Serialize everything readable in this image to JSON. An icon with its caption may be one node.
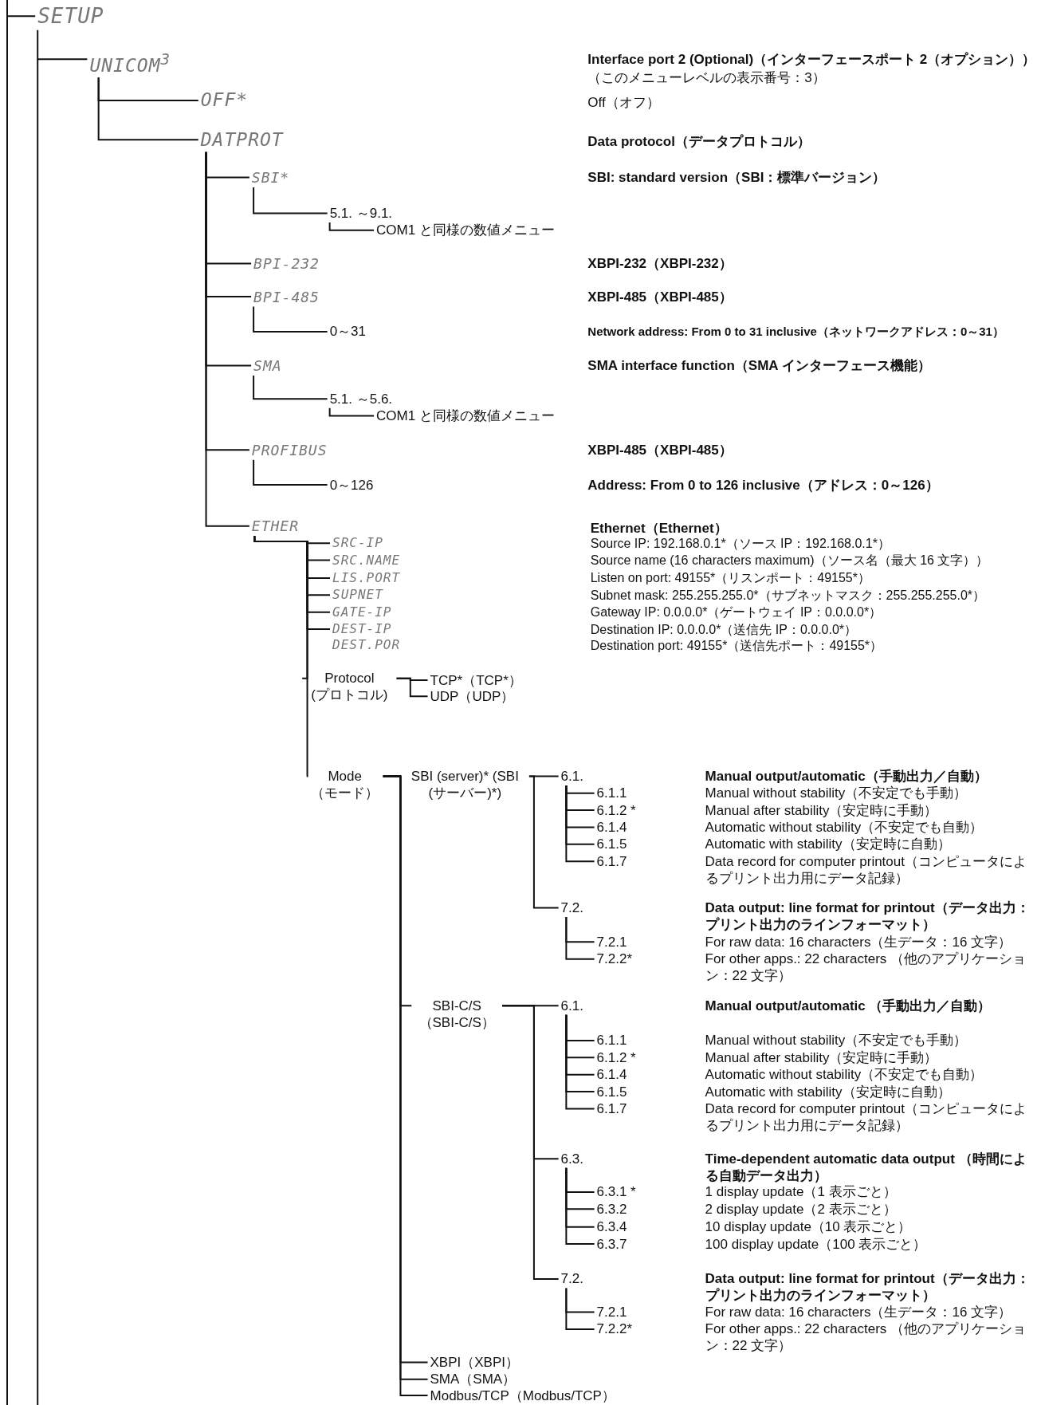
{
  "diagram": {
    "nodes": [
      {
        "text": [
          "SETUP"
        ]
      },
      {
        "text": [
          "UNICOM$^{3}$"
        ]
      },
      {
        "text": [
          "OFF*"
        ]
      },
      {
        "text": [
          "DATPROT"
        ]
      },
      {
        "text": [
          "SBI*"
        ]
      },
      {
        "text": [
          "5.1. ～9.1."
        ]
      },
      {
        "text": [
          "COM1 と同様の数値メニュー"
        ]
      },
      {
        "text": [
          "BPI-232"
        ]
      },
      {
        "text": [
          "BPI-485"
        ]
      },
      {
        "text": [
          "0～31"
        ]
      },
      {
        "text": [
          "SMA"
        ]
      },
      {
        "text": [
          "5.1. ～5.6."
        ]
      },
      {
        "text": [
          "COM1 と同様の数値メニュー"
        ]
      },
      {
        "text": [
          "PROFIBUS"
        ]
      },
      {
        "text": [
          "0～126"
        ]
      },
      {
        "text": [
          "ETHER"
        ]
      },
      {
        "text": [
          "SRC-IP"
        ]
      },
      {
        "text": [
          "SRC.NAME"
        ]
      },
      {
        "text": [
          "LIS.PORT"
        ]
      },
      {
        "text": [
          "SUPNET"
        ]
      },
      {
        "text": [
          "GATE-IP"
        ]
      },
      {
        "text": [
          "DEST-IP"
        ]
      },
      {
        "text": [
          "DEST.POR"
        ]
      },
      {
        "text": [
          "Protocol (プロトコル)"
        ]
      },
      {
        "text": [
          "TCP*（TCP*）"
        ]
      },
      {
        "text": [
          "UDP（UDP）"
        ]
      },
      {
        "text": [
          "Mode （モード）"
        ]
      },
      {
        "text": [
          "SBI (server)* (SBI (サーバー)*)"
        ]
      },
      {
        "text": [
          "6.1."
        ]
      },
      {
        "text": [
          "6.1.1"
        ]
      },
      {
        "text": [
          "6.1.2 *"
        ]
      },
      {
        "text": [
          "6.1.4"
        ]
      },
      {
        "text": [
          "6.1.5"
        ]
      },
      {
        "text": [
          "6.1.7"
        ]
      },
      {
        "text": [
          "7.2."
        ]
      },
      {
        "text": [
          "7.2.1"
        ]
      },
      {
        "text": [
          "7.2.2*"
        ]
      },
      {
        "text": [
          "SBI-C/S （SBI-C/S）"
        ]
      },
      {
        "text": [
          "6.1."
        ]
      },
      {
        "text": [
          "6.1.1"
        ]
      },
      {
        "text": [
          "6.1.2 *"
        ]
      },
      {
        "text": [
          "6.1.4"
        ]
      },
      {
        "text": [
          "6.1.5"
        ]
      },
      {
        "text": [
          "6.1.7"
        ]
      },
      {
        "text": [
          "6.3."
        ]
      },
      {
        "text": [
          "6.3.1 *"
        ]
      },
      {
        "text": [
          "6.3.2"
        ]
      },
      {
        "text": [
          "6.3.4"
        ]
      },
      {
        "text": [
          "6.3.7"
        ]
      },
      {
        "text": [
          "7.2."
        ]
      },
      {
        "text": [
          "7.2.1"
        ]
      },
      {
        "text": [
          "7.2.2*"
        ]
      },
      {
        "text": [
          "XBPI（XBPI）"
        ]
      },
      {
        "text": [
          "SMA（SMA）"
        ]
      },
      {
        "text": [
          "Modbus/TCP（Modbus/TCP）"
        ]
      }
    ],
    "edges": [
      {
        "from": null,
        "to": 0,
        "arrow": "none"
      },
      {
        "from": 0,
        "to": 1,
        "arrow": "none"
      },
      {
        "from": 1,
        "to": 2,
        "arrow": "none"
      },
      {
        "from": 1,
        "to": 3,
        "arrow": "none"
      },
      {
        "from": 3,
        "to": 4,
        "arrow": "none"
      },
      {
        "from": 4,
        "to": 5,
        "arrow": "none"
      },
      {
        "from": 5,
        "to": 6,
        "arrow": "none"
      },
      {
        "from": 3,
        "to": 7,
        "arrow": "none"
      },
      {
        "from": 3,
        "to": 8,
        "arrow": "none"
      },
      {
        "from": 8,
        "to": 9,
        "arrow": "none"
      },
      {
        "from": 3,
        "to": 10,
        "arrow": "none"
      },
      {
        "from": 10,
        "to": 11,
        "arrow": "none"
      },
      {
        "from": 11,
        "to": 12,
        "arrow": "none"
      },
      {
        "from": 3,
        "to": 13,
        "arrow": "none"
      },
      {
        "from": 13,
        "to": 14,
        "arrow": "none"
      },
      {
        "from": 3,
        "to": 15,
        "arrow": "none"
      },
      {
        "from": 15,
        "to": 16,
        "arrow": "none"
      },
      {
        "from": 15,
        "to": 17,
        "arrow": "none"
      },
      {
        "from": 15,
        "to": 18,
        "arrow": "none"
      },
      {
        "from": 15,
        "to": 19,
        "arrow": "none"
      },
      {
        "from": 15,
        "to": 20,
        "arrow": "none"
      },
      {
        "from": 15,
        "to": 21,
        "arrow": "none"
      },
      {
        "from": 15,
        "to": 23,
        "arrow": "none"
      },
      {
        "from": 23,
        "to": 24,
        "arrow": "none"
      },
      {
        "from": 23,
        "to": 25,
        "arrow": "none"
      },
      {
        "from": 15,
        "to": 26,
        "arrow": "none"
      },
      {
        "from": 26,
        "to": 27,
        "arrow": "none"
      },
      {
        "from": 27,
        "to": 28,
        "arrow": "none"
      },
      {
        "from": 28,
        "to": 29,
        "arrow": "none"
      },
      {
        "from": 28,
        "to": 30,
        "arrow": "none"
      },
      {
        "from": 28,
        "to": 31,
        "arrow": "none"
      },
      {
        "from": 28,
        "to": 32,
        "arrow": "none"
      },
      {
        "from": 28,
        "to": 33,
        "arrow": "none"
      },
      {
        "from": 27,
        "to": 34,
        "arrow": "none"
      },
      {
        "from": 34,
        "to": 35,
        "arrow": "none"
      },
      {
        "from": 34,
        "to": 36,
        "arrow": "none"
      },
      {
        "from": 26,
        "to": 37,
        "arrow": "none"
      },
      {
        "from": 37,
        "to": 38,
        "arrow": "none"
      },
      {
        "from": 38,
        "to": 39,
        "arrow": "none"
      },
      {
        "from": 38,
        "to": 40,
        "arrow": "none"
      },
      {
        "from": 38,
        "to": 41,
        "arrow": "none"
      },
      {
        "from": 38,
        "to": 42,
        "arrow": "none"
      },
      {
        "from": 38,
        "to": 43,
        "arrow": "none"
      },
      {
        "from": 37,
        "to": 44,
        "arrow": "none"
      },
      {
        "from": 44,
        "to": 45,
        "arrow": "none"
      },
      {
        "from": 44,
        "to": 46,
        "arrow": "none"
      },
      {
        "from": 44,
        "to": 47,
        "arrow": "none"
      },
      {
        "from": 44,
        "to": 48,
        "arrow": "none"
      },
      {
        "from": 37,
        "to": 49,
        "arrow": "none"
      },
      {
        "from": 49,
        "to": 50,
        "arrow": "none"
      },
      {
        "from": 49,
        "to": 51,
        "arrow": "none"
      },
      {
        "from": 26,
        "to": 52,
        "arrow": "none"
      },
      {
        "from": 26,
        "to": 53,
        "arrow": "none"
      },
      {
        "from": 26,
        "to": 54,
        "arrow": "none"
      }
    ],
    "labels": [
      "Interface port 2 (Optional)（インターフェースポート 2（オプション））",
      "（このメニューレベルの表示番号：3）",
      "Off（オフ）",
      "Data protocol（データプロトコル）",
      "SBI: standard version（SBI：標準バージョン）",
      "XBPI-232（XBPI-232）",
      "XBPI-485（XBPI-485）",
      "Network address: From 0 to 31 inclusive（ネットワークアドレス：0～31）",
      "SMA interface function（SMA インターフェース機能）",
      "XBPI-485（XBPI-485）",
      "Address: From 0 to 126 inclusive（アドレス：0～126）",
      "Ethernet（Ethernet）",
      "Source IP: 192.168.0.1*（ソース IP：192.168.0.1*）",
      "Source name (16 characters maximum)（ソース名（最大 16 文字））",
      "Listen on port: 49155*（リスンポート：49155*）",
      "Subnet mask: 255.255.255.0*（サブネットマスク：255.255.255.0*）",
      "Gateway IP: 0.0.0.0*（ゲートウェイ IP：0.0.0.0*）",
      "Destination IP: 0.0.0.0*（送信先 IP：0.0.0.0*）",
      "Destination port: 49155*（送信先ポート：49155*）",
      "Manual output/automatic（手動出力／自動）",
      "Manual without stability（不安定でも手動）",
      "Manual after stability（安定時に手動）",
      "Automatic without stability（不安定でも自動）",
      "Automatic with stability（安定時に自動）",
      "Data record for computer printout（コンピュータによるプリント出力用にデータ記録）",
      "Data output: line format for printout（データ出力：プリント出力のラインフォーマット）",
      "For raw data: 16 characters（生データ：16 文字）",
      "For other apps.: 22 characters （他のアプリケーション：22 文字）",
      "Manual output/automatic （手動出力／自動）",
      "Manual without stability（不安定でも手動）",
      "Manual after stability（安定時に手動）",
      "Automatic without stability（不安定でも自動）",
      "Automatic with stability（安定時に自動）",
      "Data record for computer printout（コンピュータによるプリント出力用にデータ記録）",
      "Time-dependent automatic data output （時間による自動データ出力）",
      "1 display update（1 表示ごと）",
      "2 display update（2 表示ごと）",
      "10 display update（10 表示ごと）",
      "100 display update（100 表示ごと）",
      "Data output: line format for printout（データ出力：プリント出力のラインフォーマット）",
      "For raw data: 16 characters（生データ：16 文字）",
      "For other apps.: 22 characters （他のアプリケーション：22 文字）"
    ]
  }
}
